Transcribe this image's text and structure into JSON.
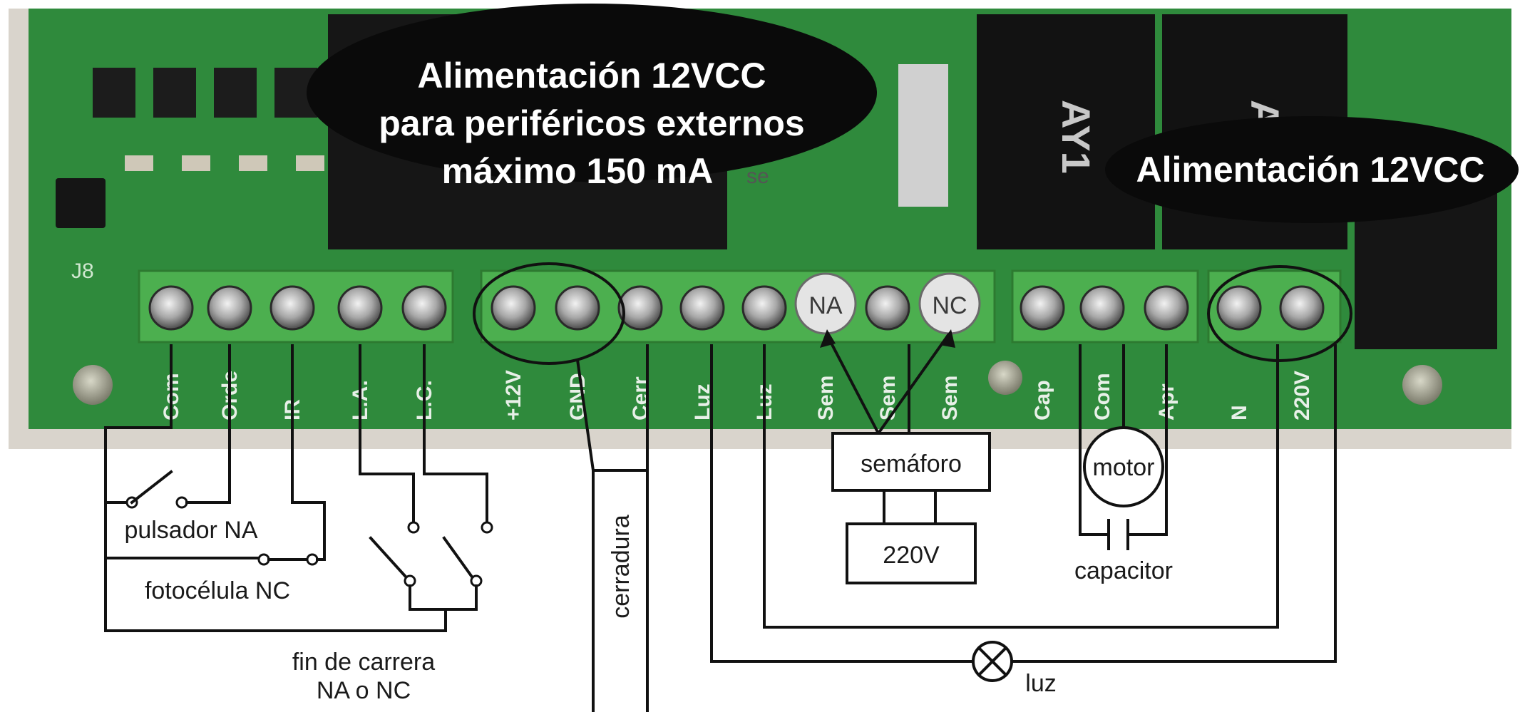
{
  "colors": {
    "pcb": "#2f8a3c",
    "pcb_dark": "#1f6a2a",
    "terminal": "#4caf4f",
    "callout": "#0a0a0a",
    "wire": "#111111"
  },
  "callouts": {
    "peripherals": {
      "line1": "Alimentación 12VCC",
      "line2": "para periféricos externos",
      "line3": "máximo 150 mA",
      "faint_suffix": "se"
    },
    "supply": {
      "text": "Alimentación 12VCC"
    }
  },
  "board": {
    "jumper_label": "J8",
    "relay_labels": [
      "AY1",
      "AY2"
    ],
    "pin_labels": [
      "Com",
      "Orde",
      "IR",
      "L.A.",
      "L.C.",
      "+12V",
      "GND",
      "Cerr",
      "Luz",
      "Luz",
      "Sem",
      "Sem",
      "Sem",
      "Cap",
      "Com",
      "Apr",
      "N",
      "220V"
    ]
  },
  "markers": {
    "na": "NA",
    "nc": "NC"
  },
  "components": {
    "pulsador": "pulsador NA",
    "fotocelula": "fotocélula NC",
    "fin_carrera_line1": "fin de carrera",
    "fin_carrera_line2": "NA o NC",
    "cerradura": "cerradura",
    "semaforo": "semáforo",
    "v220": "220V",
    "motor": "motor",
    "capacitor": "capacitor",
    "luz": "luz"
  }
}
